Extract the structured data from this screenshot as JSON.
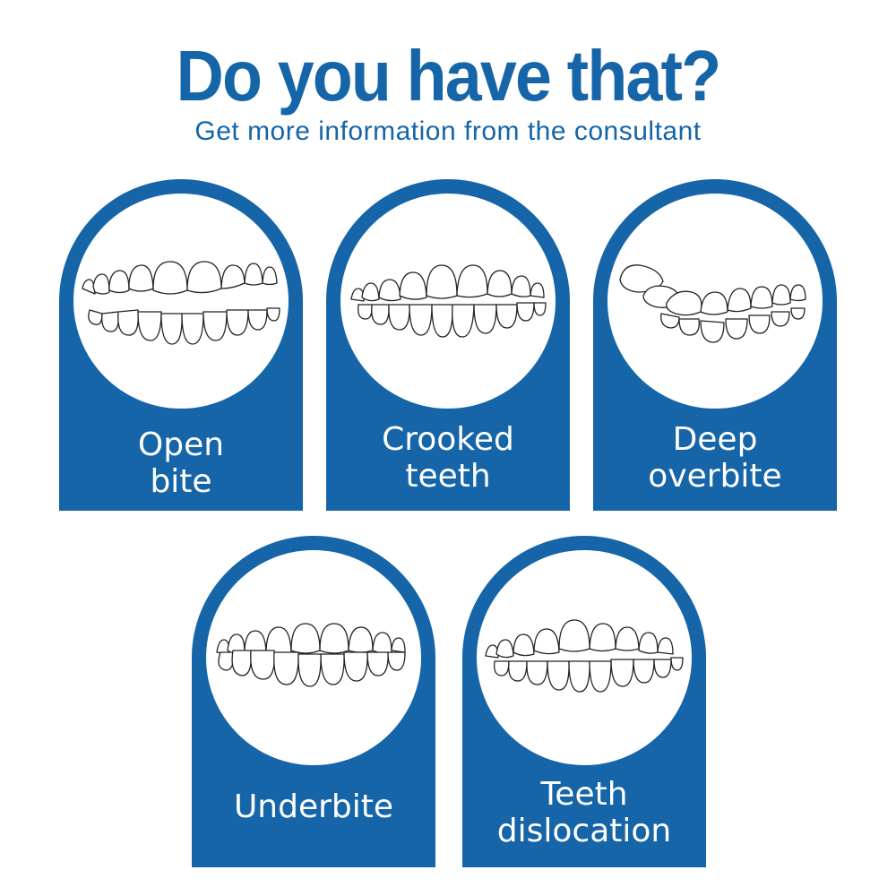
{
  "header": {
    "title": "Do you have that?",
    "subtitle": "Get more information from the consultant"
  },
  "conditions": [
    {
      "line1": "Open",
      "line2": "bite",
      "icon": "open-bite-teeth-icon"
    },
    {
      "line1": "Crooked",
      "line2": "teeth",
      "icon": "crooked-teeth-icon"
    },
    {
      "line1": "Deep",
      "line2": "overbite",
      "icon": "deep-overbite-teeth-icon"
    },
    {
      "line1": "Underbite",
      "line2": "",
      "icon": "underbite-teeth-icon"
    },
    {
      "line1": "Teeth",
      "line2": "dislocation",
      "icon": "teeth-dislocation-icon"
    }
  ],
  "colors": {
    "brand": "#1565a8",
    "background": "#ffffff"
  }
}
